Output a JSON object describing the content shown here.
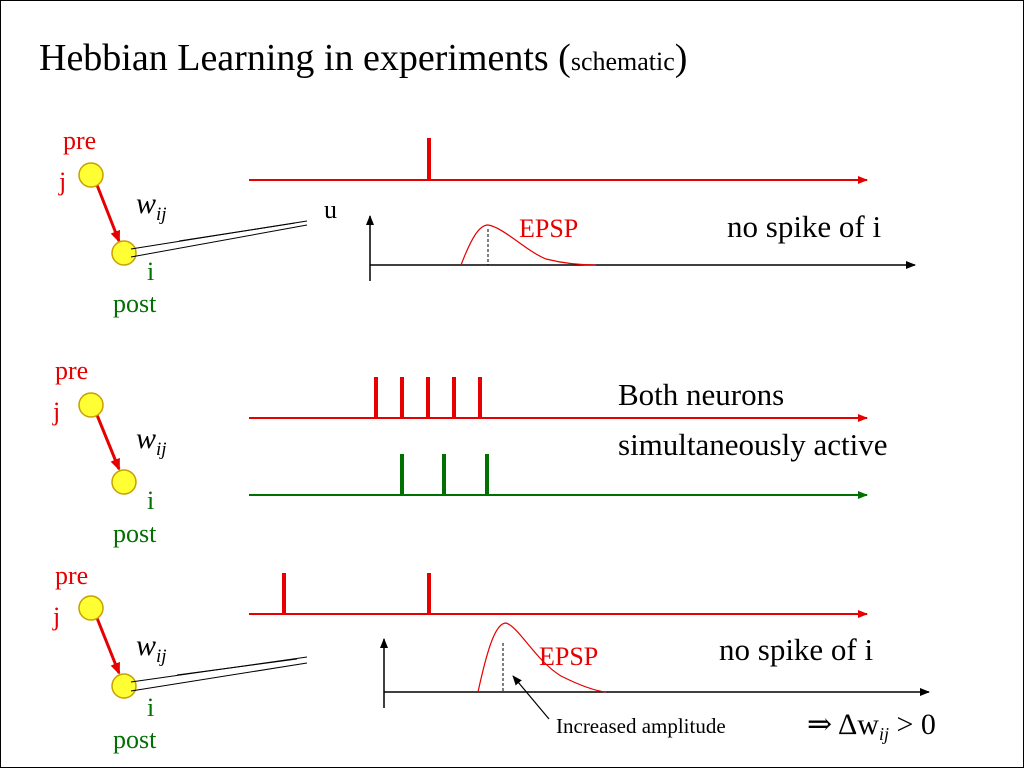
{
  "slide": {
    "title_main": "Hebbian Learning in experiments (",
    "title_small": "schematic",
    "title_close": ")"
  },
  "panels": [
    {
      "pre_label": "pre",
      "j_label": "j",
      "weight_symbol": "w",
      "weight_subscript": "ij",
      "i_label": "i",
      "post_label": "post",
      "u_label": "u",
      "epsp_label": "EPSP",
      "note": "no spike of i"
    },
    {
      "pre_label": "pre",
      "j_label": "j",
      "weight_symbol": "w",
      "weight_subscript": "ij",
      "i_label": "i",
      "post_label": "post",
      "note_line1": "Both neurons",
      "note_line2": "simultaneously active"
    },
    {
      "pre_label": "pre",
      "j_label": "j",
      "weight_symbol": "w",
      "weight_subscript": "ij",
      "i_label": "i",
      "post_label": "post",
      "epsp_label": "EPSP",
      "note": "no spike of i",
      "annotation": "Increased amplitude",
      "formula": "⇒ Δw",
      "formula_subscript": "ij",
      "formula_tail": " > 0"
    }
  ],
  "colors": {
    "pre": "#e60000",
    "post": "#007000",
    "neuron_fill": "#ffff33",
    "neuron_stroke": "#c8a000",
    "axis": "#000000"
  }
}
